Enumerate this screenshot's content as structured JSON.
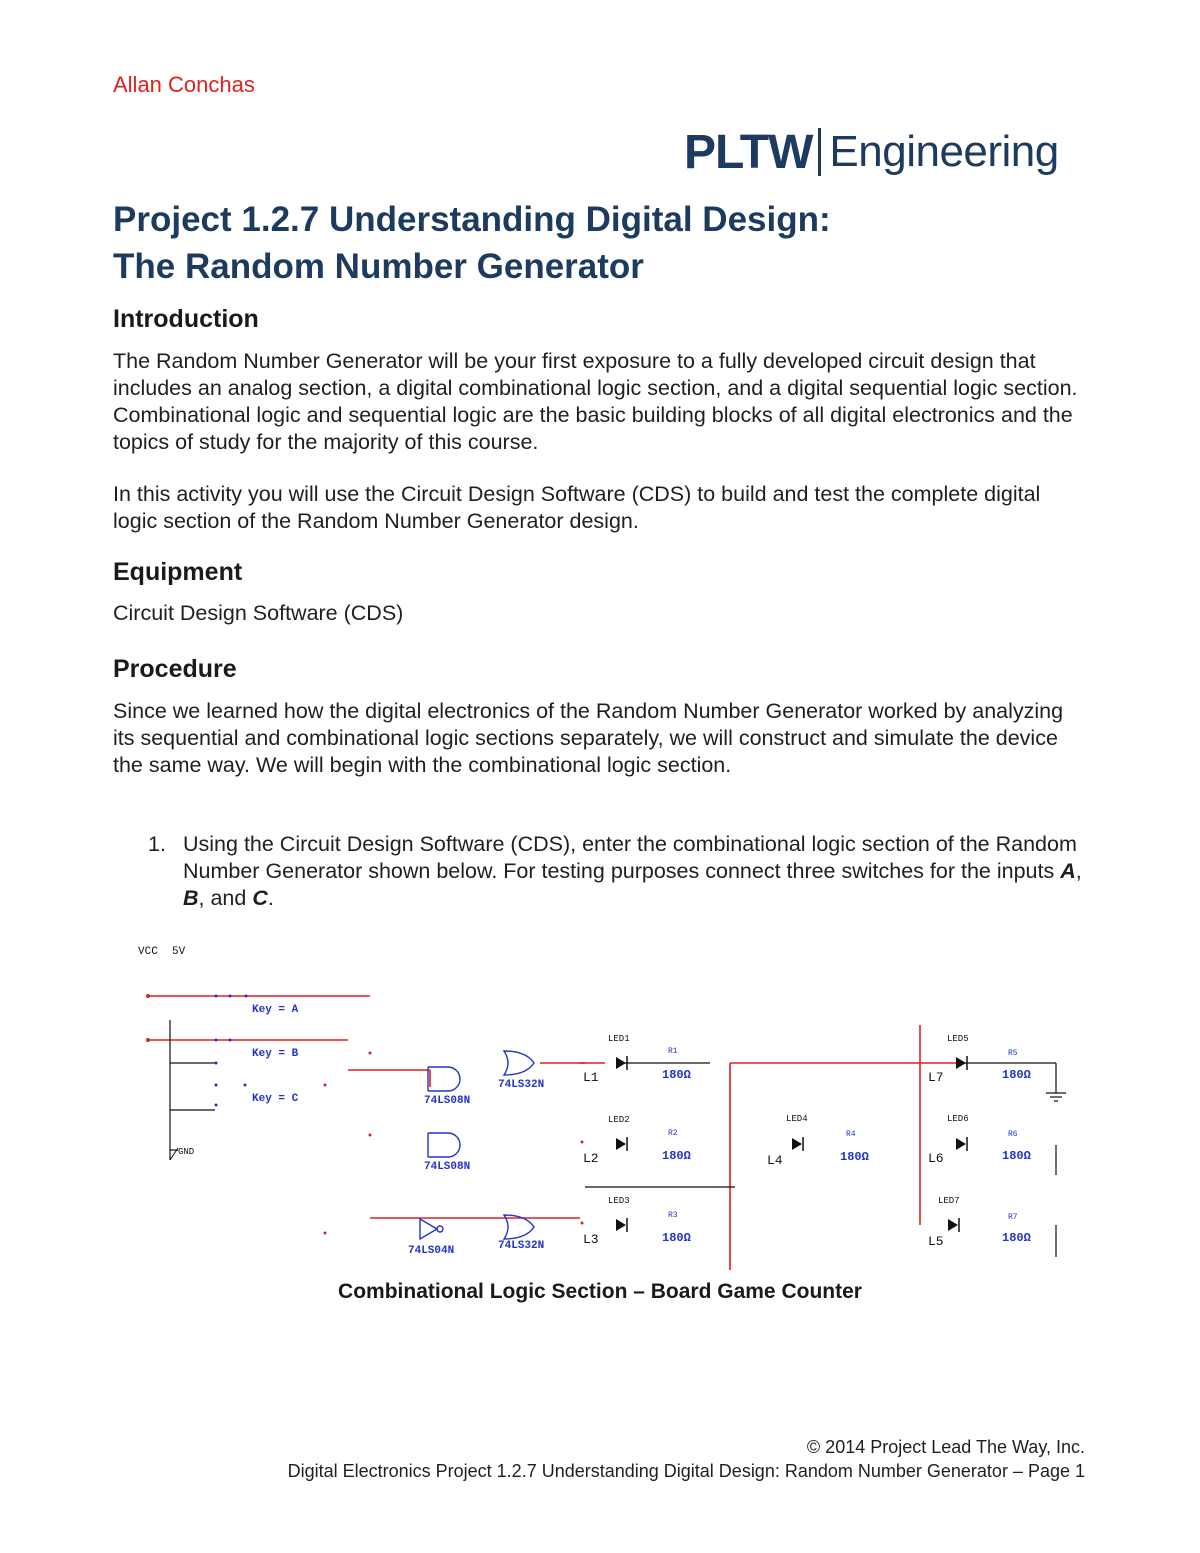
{
  "author": "Allan Conchas",
  "logo": {
    "brand": "PLTW",
    "dept": "Engineering"
  },
  "title": {
    "line1": "Project 1.2.7 Understanding Digital Design:",
    "line2": "The Random Number Generator"
  },
  "sections": {
    "introduction": {
      "heading": "Introduction",
      "p1": "The Random Number Generator will be your first exposure to a fully developed circuit design that includes an analog section, a digital combinational logic section, and a digital sequential logic section. Combinational logic and sequential logic are the basic building blocks of all digital electronics and the topics of study for the majority of this course.",
      "p2": "In this activity you will use the Circuit Design Software (CDS) to build and test the complete digital logic section of the Random Number Generator design."
    },
    "equipment": {
      "heading": "Equipment",
      "item": "Circuit Design Software (CDS)"
    },
    "procedure": {
      "heading": "Procedure",
      "p1": "Since we learned how the digital electronics of the Random Number Generator worked by analyzing its sequential and combinational logic sections separately, we will construct and simulate the device the same way. We will begin with the combinational logic section.",
      "step1_num": "1.",
      "step1_pre": "Using the Circuit Design Software (CDS), enter the combinational logic section of the Random Number Generator shown below. For testing purposes connect three switches for the inputs ",
      "step1_a": "A",
      "step1_sep1": ", ",
      "step1_b": "B",
      "step1_sep2": ", and ",
      "step1_c": "C",
      "step1_end": "."
    }
  },
  "schematic": {
    "vcc": "VCC",
    "vcc_val": "5V",
    "gnd": "GND",
    "key_a": "Key = A",
    "key_b": "Key = B",
    "key_c": "Key = C",
    "and1": "74LS08N",
    "and2": "74LS08N",
    "or1": "74LS32N",
    "or2": "74LS32N",
    "inv": "74LS04N",
    "leds": [
      {
        "name": "LED1",
        "label": "L1",
        "r": "R1",
        "ohm": "180Ω"
      },
      {
        "name": "LED2",
        "label": "L2",
        "r": "R2",
        "ohm": "180Ω"
      },
      {
        "name": "LED3",
        "label": "L3",
        "r": "R3",
        "ohm": "180Ω"
      },
      {
        "name": "LED4",
        "label": "L4",
        "r": "R4",
        "ohm": "180Ω"
      },
      {
        "name": "LED5",
        "label": "L7",
        "r": "R5",
        "ohm": "180Ω"
      },
      {
        "name": "LED6",
        "label": "L6",
        "r": "R6",
        "ohm": "180Ω"
      },
      {
        "name": "LED7",
        "label": "L5",
        "r": "R7",
        "ohm": "180Ω"
      }
    ],
    "colors": {
      "wire_red": "#e02020",
      "component_blue": "#2233cc",
      "wire_black": "#111111"
    }
  },
  "caption": "Combinational Logic Section – Board Game Counter",
  "footer": {
    "copyright": "© 2014 Project Lead The Way, Inc.",
    "course_line": "Digital Electronics Project 1.2.7 Understanding Digital Design: Random Number Generator – Page 1"
  }
}
